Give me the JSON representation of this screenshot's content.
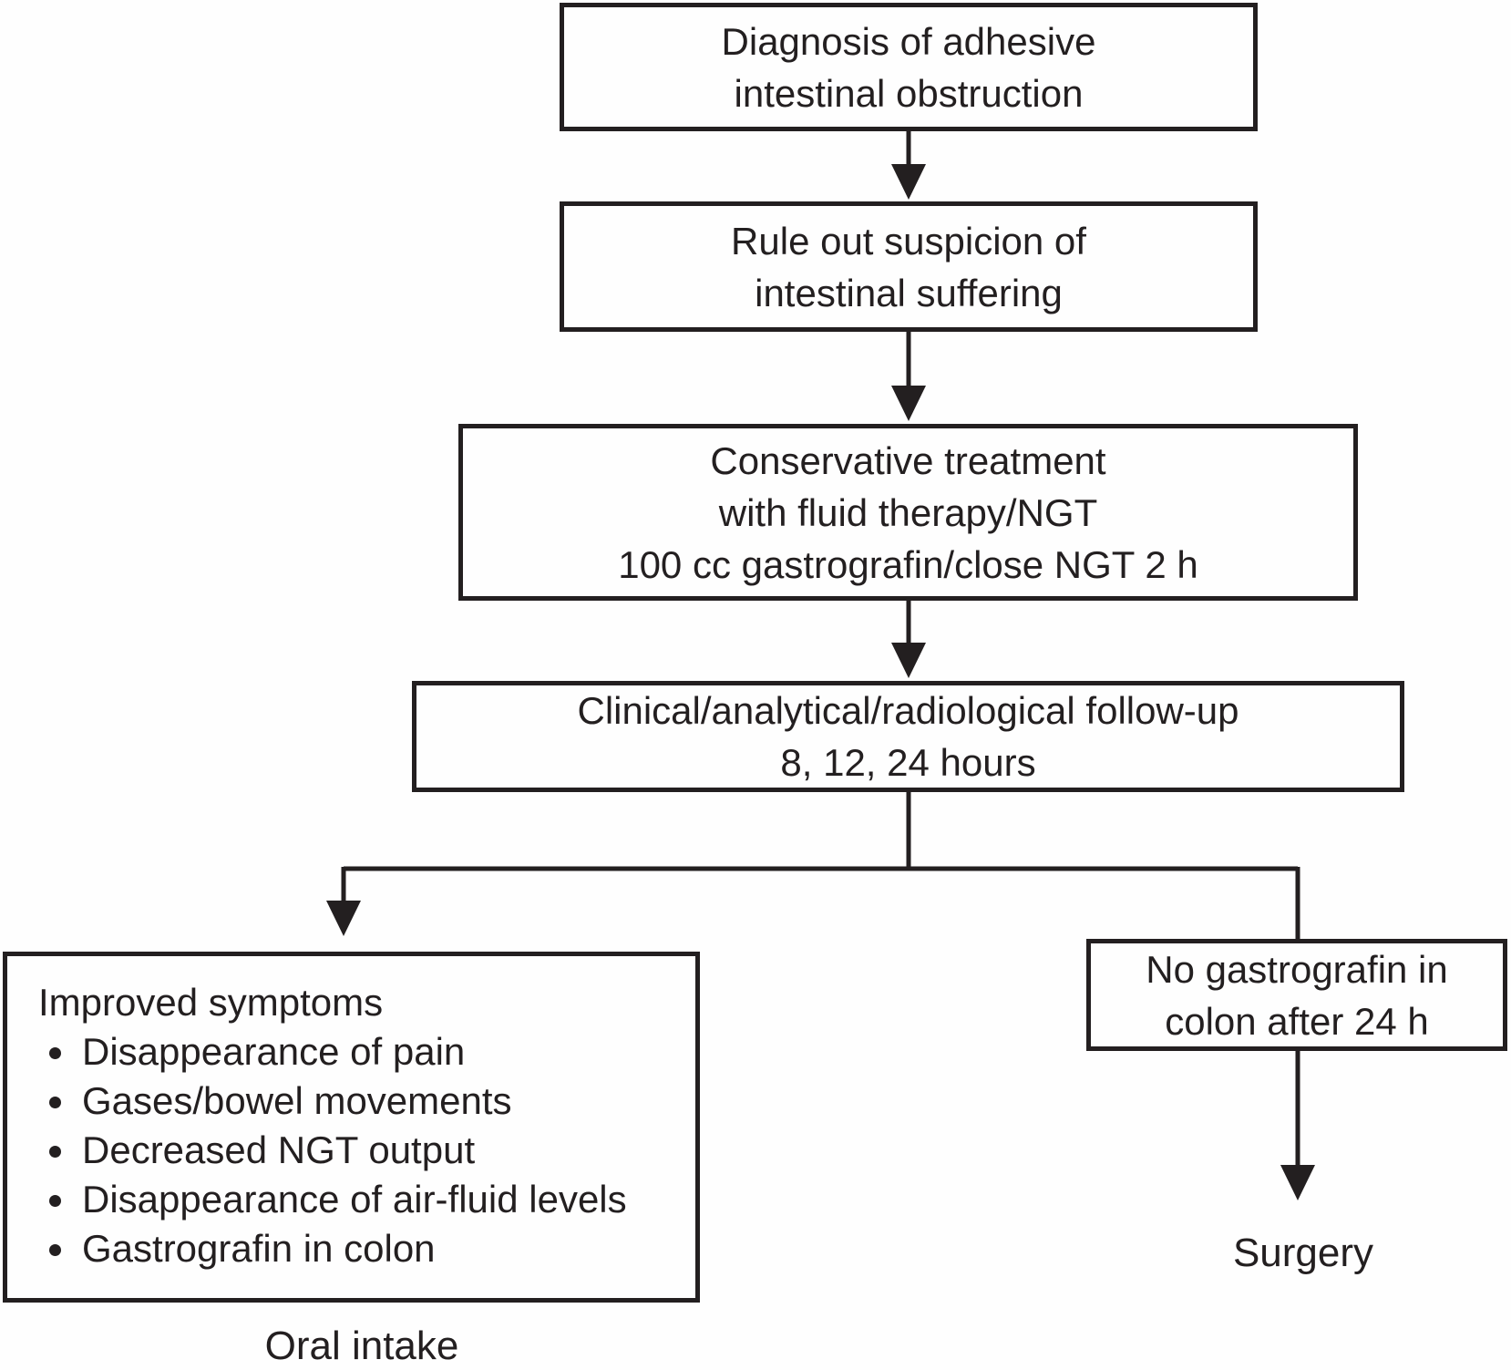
{
  "diagram": {
    "type": "flowchart",
    "colors": {
      "line": "#231f20",
      "background": "#fefefe"
    },
    "boxes": {
      "diagnosis": {
        "line1": "Diagnosis of adhesive",
        "line2": "intestinal obstruction"
      },
      "rule_out": {
        "line1": "Rule out suspicion of",
        "line2": "intestinal suffering"
      },
      "conservative": {
        "line1": "Conservative treatment",
        "line2": "with fluid therapy/NGT",
        "line3": "100 cc gastrografin/close NGT 2 h"
      },
      "follow_up": {
        "line1": "Clinical/analytical/radiological follow-up",
        "line2": "8, 12, 24 hours"
      },
      "improved": {
        "title": "Improved symptoms",
        "bullets": [
          "Disappearance of pain",
          "Gases/bowel movements",
          "Decreased NGT output",
          "Disappearance of air-fluid levels",
          "Gastrografin in colon"
        ]
      },
      "no_gastrografin": {
        "line1": "No gastrografin in",
        "line2": "colon after 24 h"
      }
    },
    "labels": {
      "oral_intake": "Oral intake",
      "surgery": "Surgery"
    }
  }
}
